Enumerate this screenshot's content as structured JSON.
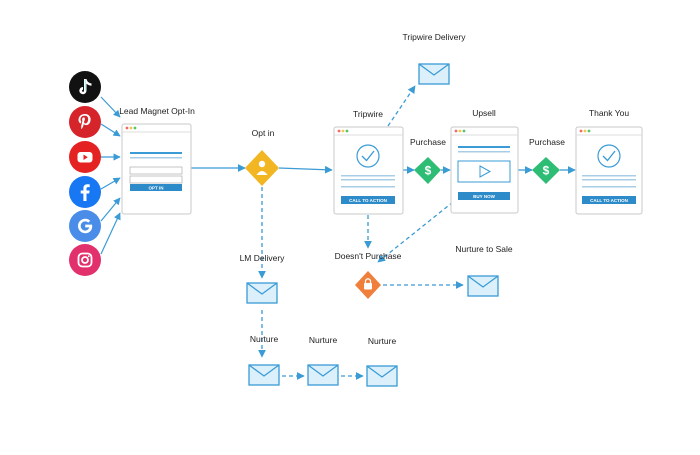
{
  "colors": {
    "arrow": "#3a9bd5",
    "optin_diamond": "#f2b622",
    "purchase_diamond": "#2dbd74",
    "nurture_diamond": "#f07f3c",
    "envelope_fill": "#dcf0fb",
    "envelope_stroke": "#3a9bd5",
    "page_border": "#c9c9c9",
    "page_button": "#2e8bc9",
    "tiktok": "#111111",
    "pinterest": "#d6242b",
    "youtube": "#e52222",
    "facebook": "#1877f2",
    "google": "#4a8de8",
    "instagram": "#e1306c"
  },
  "sources": [
    {
      "name": "tiktok",
      "icon": "tiktok-icon"
    },
    {
      "name": "pinterest",
      "icon": "pinterest-icon"
    },
    {
      "name": "youtube",
      "icon": "youtube-icon"
    },
    {
      "name": "facebook",
      "icon": "facebook-icon"
    },
    {
      "name": "google",
      "icon": "google-icon"
    },
    {
      "name": "instagram",
      "icon": "instagram-icon"
    }
  ],
  "pages": {
    "lead_magnet": {
      "label": "Lead Magnet Opt-In",
      "button": "OPT IN"
    },
    "tripwire": {
      "label": "Tripwire",
      "button": "CALL TO ACTION"
    },
    "upsell": {
      "label": "Upsell",
      "button": "BUY NOW"
    },
    "thank_you": {
      "label": "Thank You",
      "button": "CALL TO ACTION"
    }
  },
  "decisions": {
    "opt_in": "Opt in",
    "purchase_1": "Purchase",
    "purchase_2": "Purchase",
    "doesnt_purchase": "Doesn't Purchase"
  },
  "emails": {
    "tripwire_delivery": "Tripwire Delivery",
    "lm_delivery": "LM Delivery",
    "nurture_to_sale": "Nurture to Sale",
    "nurture_1": "Nurture",
    "nurture_2": "Nurture",
    "nurture_3": "Nurture"
  }
}
